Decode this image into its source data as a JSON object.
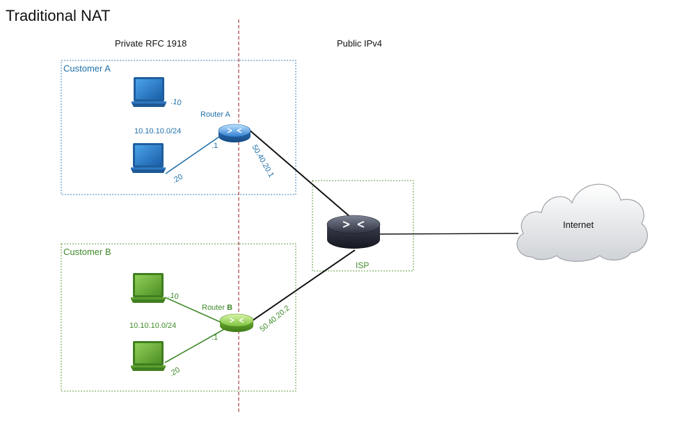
{
  "title": "Traditional NAT",
  "zones": {
    "private_label": "Private RFC 1918",
    "public_label": "Public IPv4"
  },
  "customer_a": {
    "label": "Customer A",
    "router_label": "Router A",
    "subnet": "10.10.10.0/24",
    "host1_ip": ".10",
    "host2_ip": ".20",
    "router_lan_ip": ".1",
    "wan_ip": "50.40.20.1"
  },
  "customer_b": {
    "label": "Customer B",
    "router_label_prefix": "Router ",
    "router_label_suffix": "B",
    "subnet": "10.10.10.0/24",
    "host1_ip": ".10",
    "host2_ip": ".20",
    "router_lan_ip": ".1",
    "wan_ip": "50.40.20.2"
  },
  "isp": {
    "label": "ISP"
  },
  "internet": {
    "label": "Internet"
  },
  "colors": {
    "customer_a": "#1f6fa8",
    "customer_b": "#3f8a2a",
    "divider": "#9b1b1b",
    "link": "#222222"
  },
  "icons": {
    "router": "router-icon",
    "laptop": "laptop-icon",
    "cloud": "cloud-icon"
  }
}
